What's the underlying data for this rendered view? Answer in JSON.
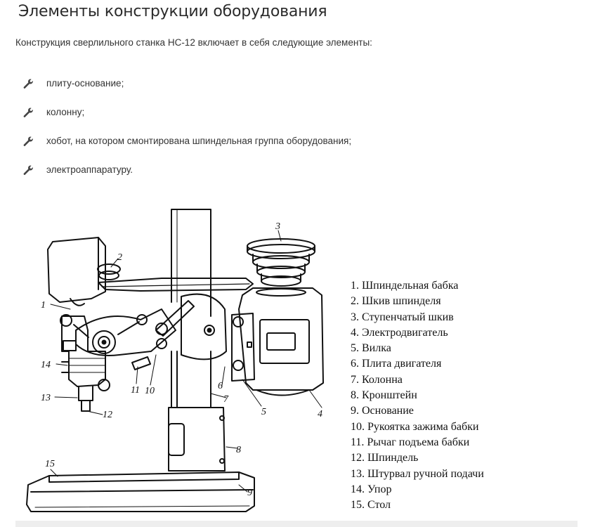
{
  "title": "Элементы конструкции оборудования",
  "intro": "Конструкция сверлильного станка НС-12 включает в себя следующие элементы:",
  "bullets": [
    {
      "icon": "wrench-icon",
      "text": "плиту-основание;"
    },
    {
      "icon": "wrench-icon",
      "text": "колонну;"
    },
    {
      "icon": "wrench-icon",
      "text": "хобот, на котором смонтирована шпиндельная группа оборудования;"
    },
    {
      "icon": "wrench-icon",
      "text": "электроаппаратуру."
    }
  ],
  "diagram": {
    "callouts": [
      "1",
      "2",
      "3",
      "4",
      "5",
      "6",
      "7",
      "8",
      "9",
      "10",
      "11",
      "12",
      "13",
      "14",
      "15"
    ]
  },
  "legend": [
    "1. Шпиндельная бабка",
    "2. Шкив шпинделя",
    "3. Ступенчатый шкив",
    "4. Электродвигатель",
    "5. Вилка",
    "6. Плита двигателя",
    "7. Колонна",
    "8. Кронштейн",
    "9. Основание",
    "10. Рукоятка зажима бабки",
    "11. Рычаг подъема бабки",
    "12. Шпиндель",
    "13. Штурвал  ручной подачи",
    "14. Упор",
    "15. Стол"
  ]
}
